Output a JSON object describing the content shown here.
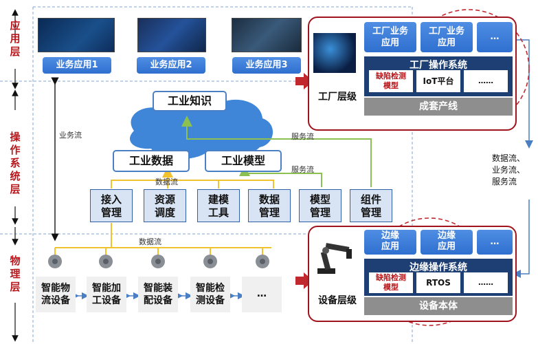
{
  "layers": {
    "app": "应用层",
    "os": "操作系统层",
    "physical": "物理层"
  },
  "apps": [
    "业务应用1",
    "业务应用2",
    "业务应用3"
  ],
  "knowledge": "工业知识",
  "data_box": "工业数据",
  "model_box": "工业模型",
  "mgmt": [
    [
      "接入",
      "管理"
    ],
    [
      "资源",
      "调度"
    ],
    [
      "建模",
      "工具"
    ],
    [
      "数据",
      "管理"
    ],
    [
      "模型",
      "管理"
    ],
    [
      "组件",
      "管理"
    ]
  ],
  "devices": [
    [
      "智能物",
      "流设备"
    ],
    [
      "智能加",
      "工设备"
    ],
    [
      "智能装",
      "配设备"
    ],
    [
      "智能检",
      "测设备"
    ],
    [
      "…"
    ]
  ],
  "flows": {
    "business": "业务流",
    "service_top": "服务流",
    "service_mid": "服务流",
    "data_mid": "数据流",
    "data_low": "数据流",
    "side": [
      "数据流、",
      "业务流、",
      "服务流"
    ]
  },
  "factory": {
    "level": "工厂层级",
    "apps": [
      [
        "工厂业务",
        "应用"
      ],
      [
        "工厂业务",
        "应用"
      ],
      [
        "…"
      ]
    ],
    "os_title": "工厂操作系统",
    "items": [
      [
        "缺陷检测",
        "模型"
      ],
      [
        "IoT平台"
      ],
      [
        "……"
      ]
    ],
    "base": "成套产线"
  },
  "edge": {
    "level": "设备层级",
    "apps": [
      [
        "边缘",
        "应用"
      ],
      [
        "边缘",
        "应用"
      ],
      [
        "…"
      ]
    ],
    "os_title": "边缘操作系统",
    "items": [
      [
        "缺陷检测",
        "模型"
      ],
      [
        "RTOS"
      ],
      [
        "……"
      ]
    ],
    "base": "设备本体"
  },
  "colors": {
    "accent_red": "#b8161b",
    "blue": "#3a78d4",
    "dark_navy": "#1d3f73",
    "yellow_line": "#f2c12e",
    "green_line": "#8cc152"
  }
}
